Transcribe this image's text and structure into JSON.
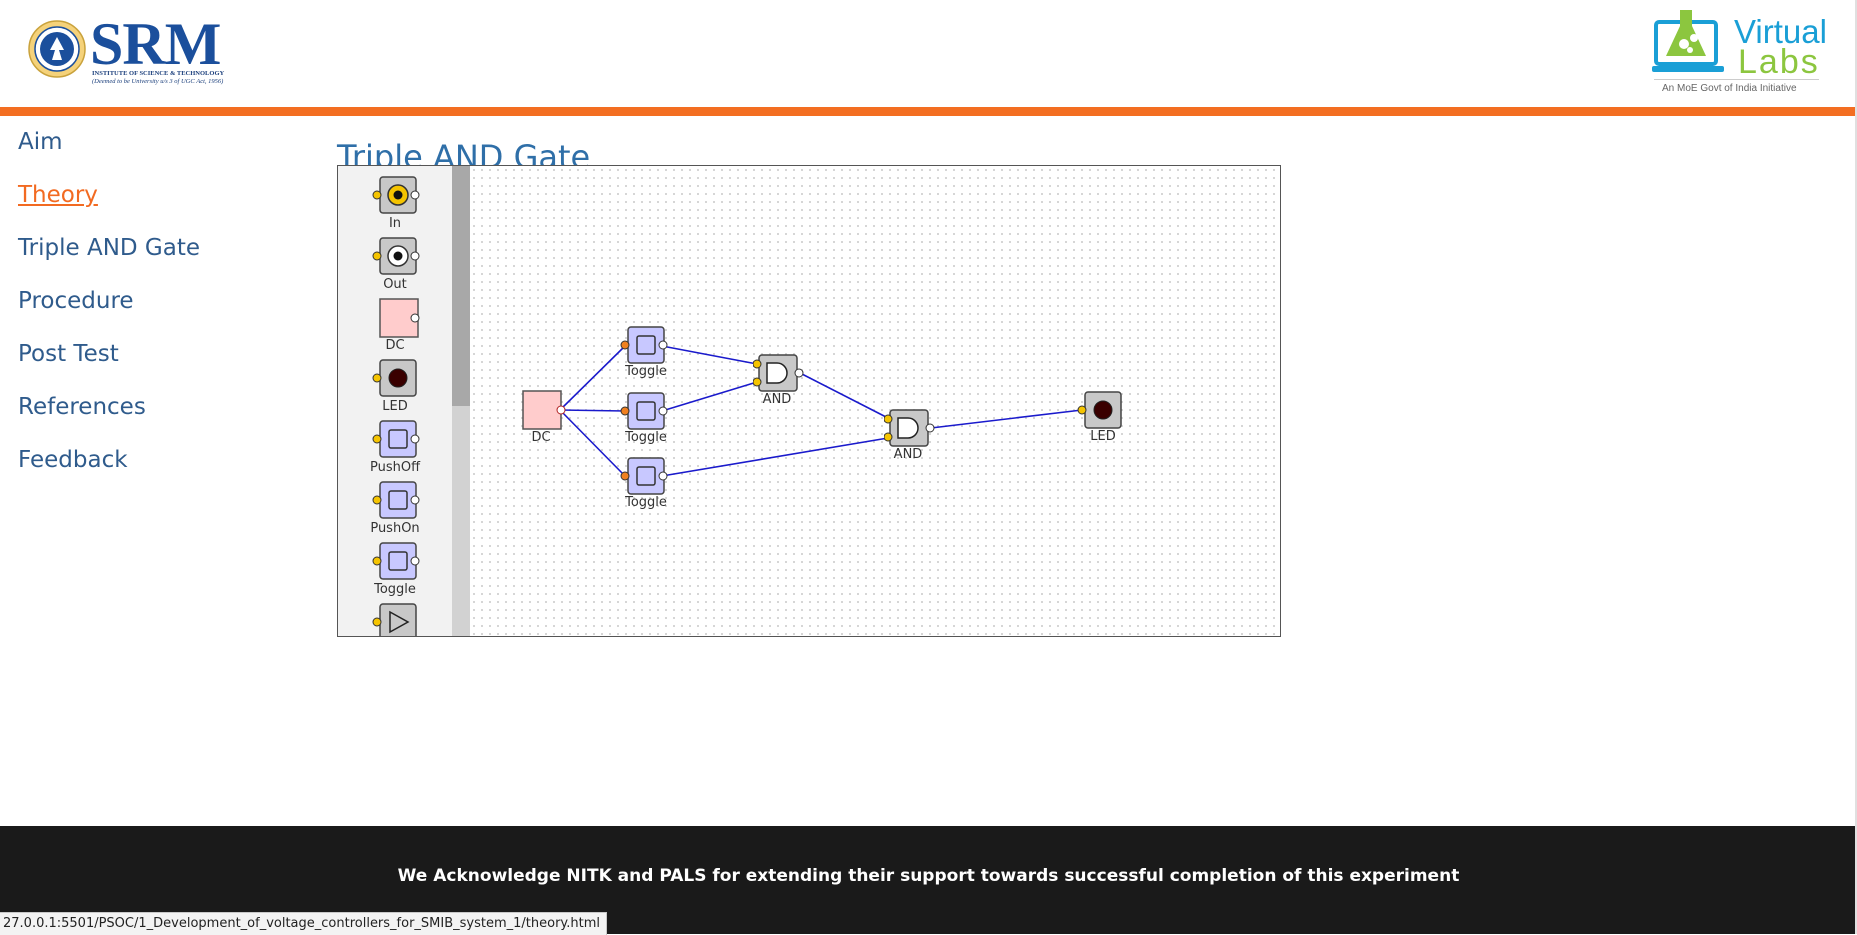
{
  "header": {
    "srm_logo": {
      "name": "SRM",
      "line1": "INSTITUTE OF SCIENCE & TECHNOLOGY",
      "line2": "(Deemed to be University u/s 3 of UGC Act, 1956)"
    },
    "vlabs_logo": {
      "word1": "Virtual",
      "word2": "Labs",
      "tagline": "An MoE Govt of India Initiative"
    },
    "colors": {
      "accent": "#f36e21",
      "srm_blue": "#1b4f9c",
      "vlabs_blue": "#1a9fd6",
      "vlabs_green": "#8cc63f"
    }
  },
  "sidebar": {
    "items": [
      {
        "label": "Aim",
        "active": false
      },
      {
        "label": "Theory",
        "active": true
      },
      {
        "label": "Triple AND Gate",
        "active": false
      },
      {
        "label": "Procedure",
        "active": false
      },
      {
        "label": "Post Test",
        "active": false
      },
      {
        "label": "References",
        "active": false
      },
      {
        "label": "Feedback",
        "active": false
      }
    ]
  },
  "main": {
    "title": "Triple AND Gate",
    "palette": [
      {
        "label": "In",
        "icon": "input-port-icon"
      },
      {
        "label": "Out",
        "icon": "output-port-icon"
      },
      {
        "label": "DC",
        "icon": "dc-source-icon"
      },
      {
        "label": "LED",
        "icon": "led-icon"
      },
      {
        "label": "PushOff",
        "icon": "pushoff-switch-icon"
      },
      {
        "label": "PushOn",
        "icon": "pushon-switch-icon"
      },
      {
        "label": "Toggle",
        "icon": "toggle-switch-icon"
      },
      {
        "label": "",
        "icon": "buffer-gate-icon"
      }
    ],
    "circuit": {
      "dc": {
        "label": "DC"
      },
      "toggles": [
        {
          "label": "Toggle"
        },
        {
          "label": "Toggle"
        },
        {
          "label": "Toggle"
        }
      ],
      "and_gates": [
        {
          "label": "AND"
        },
        {
          "label": "AND"
        }
      ],
      "led": {
        "label": "LED"
      }
    }
  },
  "footer": {
    "text": "We Acknowledge NITK and PALS for extending their support towards successful completion of this experiment"
  },
  "status_bar": {
    "url": "27.0.0.1:5501/PSOC/1_Development_of_voltage_controllers_for_SMIB_system_1/theory.html"
  }
}
